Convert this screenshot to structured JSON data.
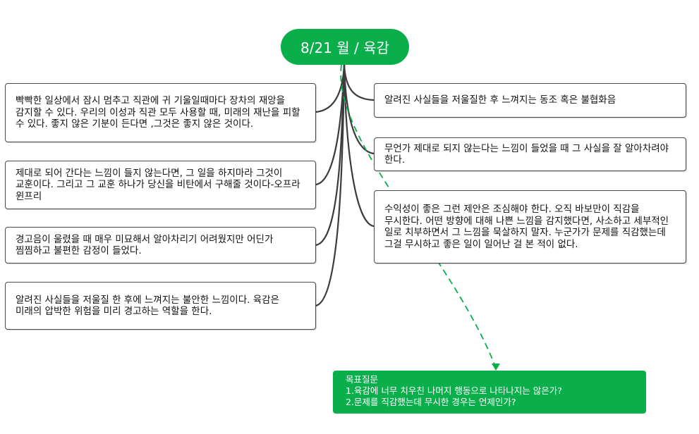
{
  "central_topic": {
    "label": "8/21 월 / 육감"
  },
  "left_topics": [
    {
      "text": "빡빡한 일상에서 잠시 멈추고 직관에 귀 기울일때마다 장차의 재앙을 감지할 수 있다. 우리의 이성과 직관 모두 사용할 때, 미래의 재난을 피할 수 있다. 좋지 않은 기분이 든다면 ,그것은 좋지 않은 것이다."
    },
    {
      "text": "제대로 되어 간다는 느낌이 들지 않는다면, 그 일을 하지마라 그것이 교훈이다. 그리고 그  교훈 하나가 당신을 비탄에서 구해줄 것이다-오프라 윈프리"
    },
    {
      "text": "경고음이 울렸을 때 매우 미묘해서 알아차리기 어려웠지만 어딘가 찜찜하고 불편한 감정이 들었다."
    },
    {
      "text": "알려진 사실들을 저울질 한 후에 느껴지는 불안한 느낌이다. 육감은 미래의 압박한 위험을 미리 경고하는 역할을 한다."
    }
  ],
  "right_topics": [
    {
      "text": "알려진 사실들을 저울질한 후 느껴지는 동조 혹은 불협화음"
    },
    {
      "text": "무언가 제대로 되지 않는다는 느낌이 들었을 때 그 사실을 잘 알아차려야 한다."
    },
    {
      "text": "수익성이 좋은 그런 제안은 조심해야 한다. 오직 바보만이 직감을 무시한다. 어떤 방향에 대해 나쁜 느낌을 감지했다면, 사소하고 세부적인 일로 치부하면서 그 느낌을 묵살하지 말자. 누군가가 문제를 직감했는데 그걸 무시하고 좋은 일이 일어난 걸 본 적이 없다."
    }
  ],
  "goal_box": {
    "title": "목표질문",
    "questions": [
      "1.육감에 너무 치우친 나머지 행동으로 나타나지는 않은가?",
      "2.문제를 직감했는데 무시한 경우는 언제인가?"
    ]
  },
  "colors": {
    "accent_green": "#0aae4b",
    "connector": "#3c3c3c",
    "border": "#4a4a4a",
    "text": "#111111"
  }
}
